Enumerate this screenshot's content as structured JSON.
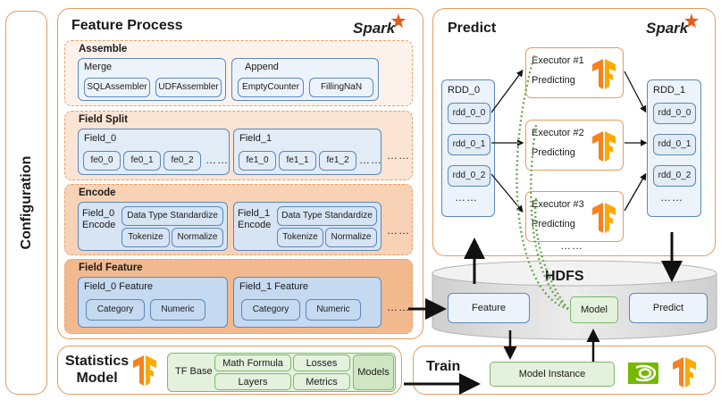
{
  "configuration": "Configuration",
  "feature_process": {
    "title": "Feature Process",
    "spark": "Spark",
    "assemble": {
      "title": "Assemble",
      "merge": {
        "label": "Merge",
        "items": [
          "SQLAssembler",
          "UDFAssembler"
        ]
      },
      "append": {
        "label": "Append",
        "items": [
          "EmptyCounter",
          "FillingNaN"
        ]
      }
    },
    "field_split": {
      "title": "Field Split",
      "field0": {
        "label": "Field_0",
        "items": [
          "fe0_0",
          "fe0_1",
          "fe0_2"
        ],
        "dots": "……"
      },
      "field1": {
        "label": "Field_1",
        "items": [
          "fe1_0",
          "fe1_1",
          "fe1_2"
        ],
        "dots": "……"
      },
      "dots": "……"
    },
    "encode": {
      "title": "Encode",
      "field0_label": "Field_0\nEncode",
      "field1_label": "Field_1\nEncode",
      "dts": "Data Type Standardize",
      "tokenize": "Tokenize",
      "normalize": "Normalize",
      "dots": "……"
    },
    "field_feature": {
      "title": "Field Feature",
      "field0": {
        "label": "Field_0 Feature",
        "items": [
          "Category",
          "Numeric"
        ]
      },
      "field1": {
        "label": "Field_1 Feature",
        "items": [
          "Category",
          "Numeric"
        ]
      },
      "dots": "……"
    }
  },
  "predict": {
    "title": "Predict",
    "spark": "Spark",
    "rdd0": {
      "label": "RDD_0",
      "items": [
        "rdd_0_0",
        "rdd_0_1",
        "rdd_0_2"
      ],
      "dots": "……"
    },
    "rdd1": {
      "label": "RDD_1",
      "items": [
        "rdd_0_0",
        "rdd_0_1",
        "rdd_0_2"
      ],
      "dots": "……"
    },
    "executors": [
      {
        "name": "Executor #1",
        "status": "Predicting"
      },
      {
        "name": "Executor #2",
        "status": "Predicting"
      },
      {
        "name": "Executor #3",
        "status": "Predicting"
      }
    ],
    "dots": "……"
  },
  "hdfs": {
    "title": "HDFS",
    "feature": "Feature",
    "model": "Model",
    "predict": "Predict"
  },
  "statistics": {
    "title": "Statistics\nModel",
    "tf_base": "TF Base",
    "math": "Math Formula",
    "losses": "Losses",
    "layers": "Layers",
    "metrics": "Metrics",
    "models": "Models"
  },
  "train": {
    "title": "Train",
    "instance": "Model Instance"
  },
  "colors": {
    "orange_border": "#e59a5c",
    "blue_border": "#5b88bb",
    "green_border": "#7db76b",
    "tf_orange": "#f5821f",
    "nvidia_green": "#76b900"
  },
  "icons": [
    "spark-logo",
    "tensorflow-icon",
    "nvidia-icon"
  ]
}
